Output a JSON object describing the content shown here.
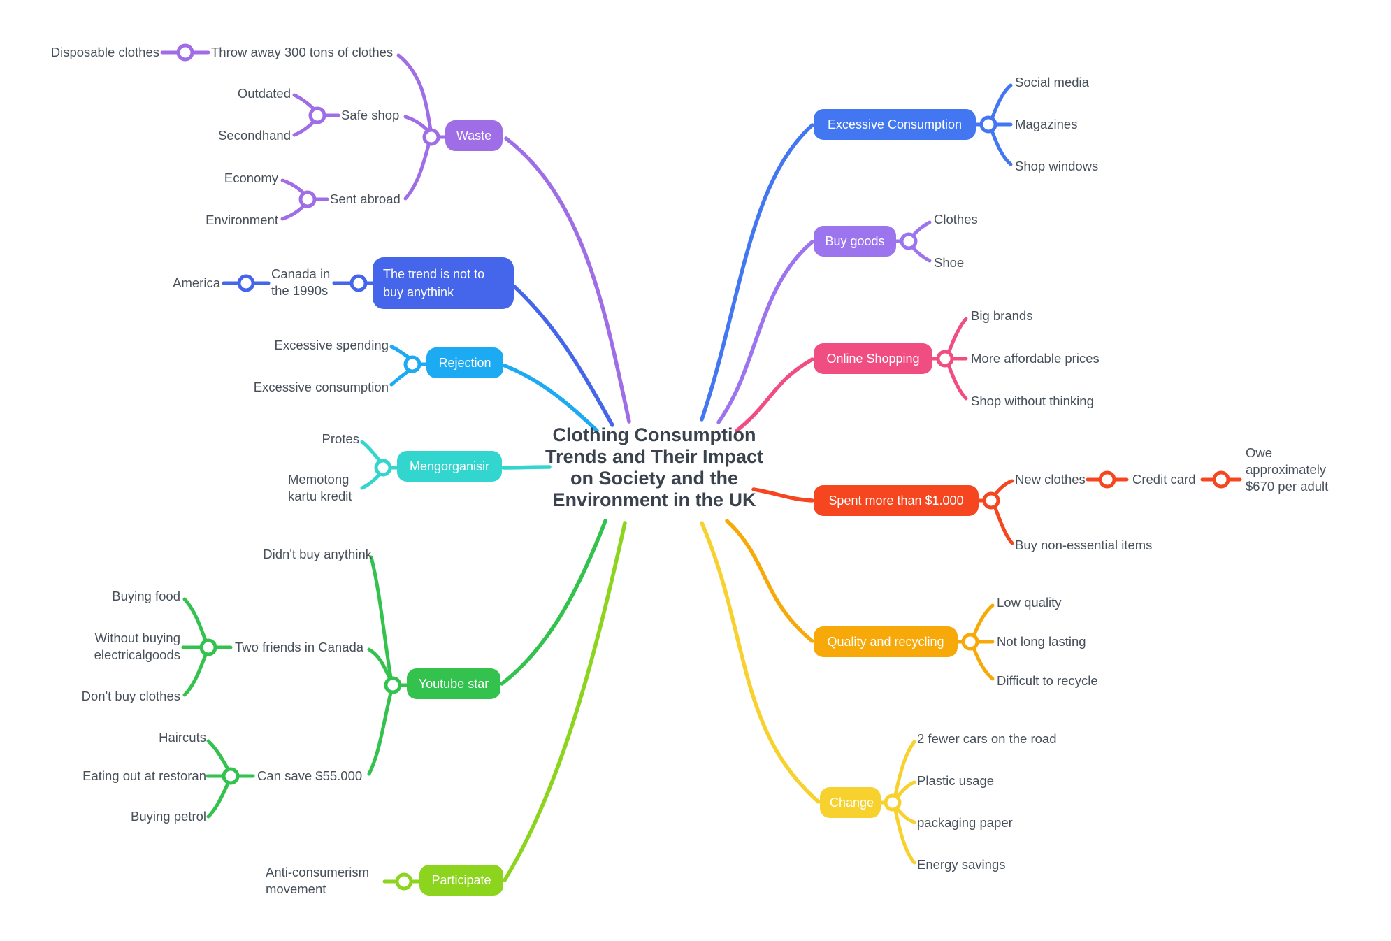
{
  "title": {
    "text": "Clothing Consumption Trends and Their Impact on Society and the Environment in the UK",
    "lines": [
      "Clothing Consumption",
      "Trends and Their Impact",
      "on Society and the",
      "Environment in the UK"
    ]
  },
  "colors": {
    "background": "#FFFFFF",
    "label_text": "#47505A",
    "title_text": "#3A424D"
  },
  "branches": {
    "waste": {
      "label": "Waste",
      "color": "#9F6EE6",
      "children": [
        {
          "label": "Throw away 300 tons of clothes",
          "children": [
            {
              "label": "Disposable clothes"
            }
          ]
        },
        {
          "label": "Safe shop",
          "children": [
            {
              "label": "Outdated"
            },
            {
              "label": "Secondhand"
            }
          ]
        },
        {
          "label": "Sent abroad",
          "children": [
            {
              "label": "Economy"
            },
            {
              "label": "Environment"
            }
          ]
        }
      ]
    },
    "trend": {
      "label": "The trend is not to buy anythink",
      "color": "#4566EB",
      "children": [
        {
          "label": "Canada in the 1990s",
          "children": [
            {
              "label": "America"
            }
          ]
        }
      ]
    },
    "rejection": {
      "label": "Rejection",
      "color": "#1CAAF2",
      "children": [
        {
          "label": "Excessive spending"
        },
        {
          "label": "Excessive consumption"
        }
      ]
    },
    "mengorganisir": {
      "label": "Mengorganisir",
      "color": "#33D6CE",
      "children": [
        {
          "label": "Protes"
        },
        {
          "label": "Memotong kartu kredit"
        }
      ]
    },
    "youtube": {
      "label": "Youtube star",
      "color": "#33C24D",
      "children": [
        {
          "label": "Didn't buy anythink"
        },
        {
          "label": "Two friends in Canada",
          "children": [
            {
              "label": "Buying food"
            },
            {
              "label": "Without buying electricalgoods"
            },
            {
              "label": "Don't buy clothes"
            }
          ]
        },
        {
          "label": "Can save $55.000",
          "children": [
            {
              "label": "Haircuts"
            },
            {
              "label": "Eating out at restoran"
            },
            {
              "label": "Buying petrol"
            }
          ]
        }
      ]
    },
    "participate": {
      "label": "Participate",
      "color": "#8DD41E",
      "children": [
        {
          "label": "Anti-consumerism movement"
        }
      ]
    },
    "excessive_consumption": {
      "label": "Excessive Consumption",
      "color": "#4377F2",
      "children": [
        {
          "label": "Social media"
        },
        {
          "label": "Magazines"
        },
        {
          "label": "Shop windows"
        }
      ]
    },
    "buy_goods": {
      "label": "Buy goods",
      "color": "#9C74EE",
      "children": [
        {
          "label": "Clothes"
        },
        {
          "label": "Shoe"
        }
      ]
    },
    "online_shopping": {
      "label": "Online Shopping",
      "color": "#F04E82",
      "children": [
        {
          "label": "Big brands"
        },
        {
          "label": "More affordable prices"
        },
        {
          "label": "Shop without thinking"
        }
      ]
    },
    "spent": {
      "label": "Spent more than $1.000",
      "color": "#F5461F",
      "children": [
        {
          "label": "New clothes",
          "children": [
            {
              "label": "Credit card",
              "children": [
                {
                  "label": "Owe approximately $670 per adult"
                }
              ]
            }
          ]
        },
        {
          "label": "Buy non-essential items"
        }
      ]
    },
    "quality": {
      "label": "Quality and recycling",
      "color": "#F8A90A",
      "children": [
        {
          "label": "Low quality"
        },
        {
          "label": "Not long lasting"
        },
        {
          "label": "Difficult to recycle"
        }
      ]
    },
    "change": {
      "label": "Change",
      "color": "#F7D12E",
      "children": [
        {
          "label": "2 fewer cars on the road"
        },
        {
          "label": "Plastic usage"
        },
        {
          "label": "packaging paper"
        },
        {
          "label": "Energy savings"
        }
      ]
    }
  }
}
